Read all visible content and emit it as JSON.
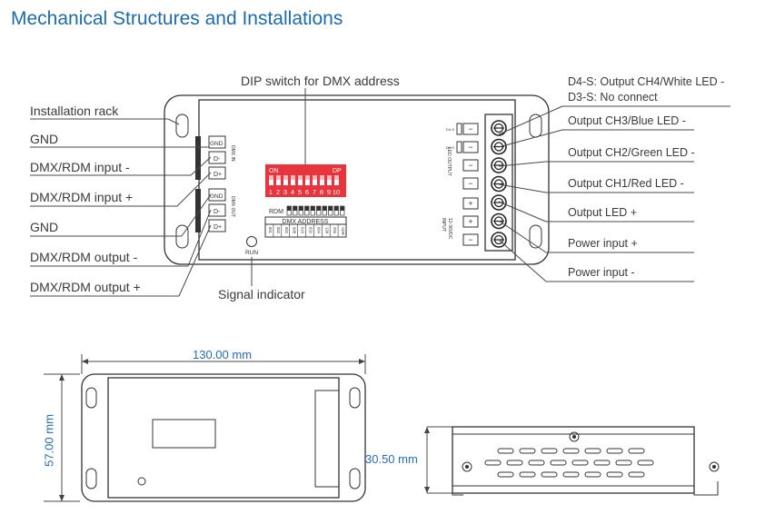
{
  "title": "Mechanical Structures and Installations",
  "top_labels": {
    "dip_switch": "DIP switch for DMX address",
    "signal_indicator": "Signal indicator"
  },
  "left_labels": [
    "Installation rack",
    "GND",
    "DMX/RDM input -",
    "DMX/RDM input +",
    "GND",
    "DMX/RDM output -",
    "DMX/RDM output +"
  ],
  "right_labels": {
    "d4s": "D4-S: Output CH4/White LED -",
    "d3s": "D3-S: No connect",
    "ch3": "Output CH3/Blue LED -",
    "ch2": "Output CH2/Green LED -",
    "ch1": "Output CH1/Red LED -",
    "led_plus": "Output LED +",
    "power_plus": "Power input +",
    "power_minus": "Power input -"
  },
  "device": {
    "dip_on": "ON",
    "dip_dp": "DP",
    "dip_numbers": [
      "1",
      "2",
      "3",
      "4",
      "5",
      "6",
      "7",
      "8",
      "9",
      "10"
    ],
    "rdm": "RDM",
    "dmx_address": "DMX ADDRESS",
    "address_bits": [
      "001",
      "002",
      "004",
      "008",
      "016",
      "032",
      "064",
      "128",
      "256",
      "ADR"
    ],
    "dmx_in": "DMX IN",
    "dmx_out": "DMX OUT",
    "gnd": "GND",
    "d_minus": "D-",
    "d_plus": "D+",
    "run": "RUN",
    "led_output": "LED OUTPUT",
    "input": "INPUT",
    "input_voltage": "12-36VDC",
    "minus": "−",
    "plus": "+",
    "d4s_small": "D4-S",
    "d3s_small": "D3-S"
  },
  "dimensions": {
    "width": "130.00 mm",
    "height": "57.00 mm",
    "depth": "30.50 mm"
  },
  "colors": {
    "title": "#1f6aa8",
    "dip_switch": "#e8343c",
    "dimension": "#2a6db5"
  }
}
